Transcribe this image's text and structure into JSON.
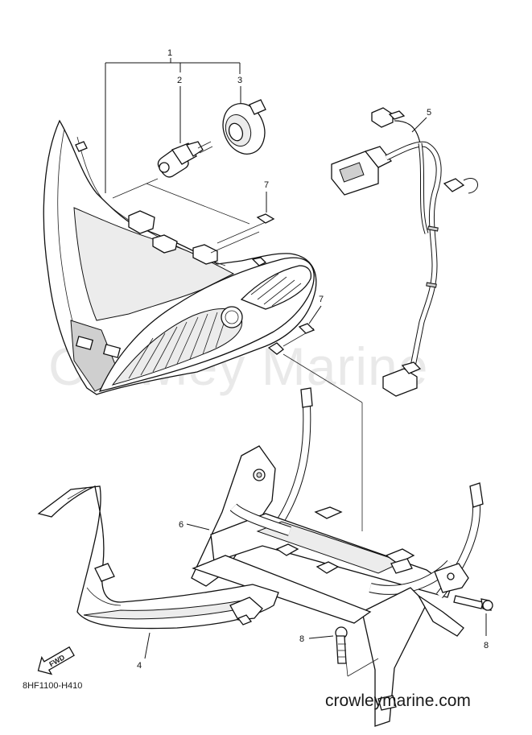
{
  "watermark": "Crowley Marine",
  "diagram_code": "8HF1100-H410",
  "fwd_badge": "FWD",
  "site_url": "crowleymarine.com",
  "callouts": [
    {
      "id": "c1",
      "text": "1"
    },
    {
      "id": "c2",
      "text": "2"
    },
    {
      "id": "c3",
      "text": "3"
    },
    {
      "id": "c4",
      "text": "4"
    },
    {
      "id": "c5",
      "text": "5"
    },
    {
      "id": "c6",
      "text": "6"
    },
    {
      "id": "c7a",
      "text": "7"
    },
    {
      "id": "c7b",
      "text": "7"
    },
    {
      "id": "c8a",
      "text": "8"
    },
    {
      "id": "c8b",
      "text": "8"
    }
  ]
}
